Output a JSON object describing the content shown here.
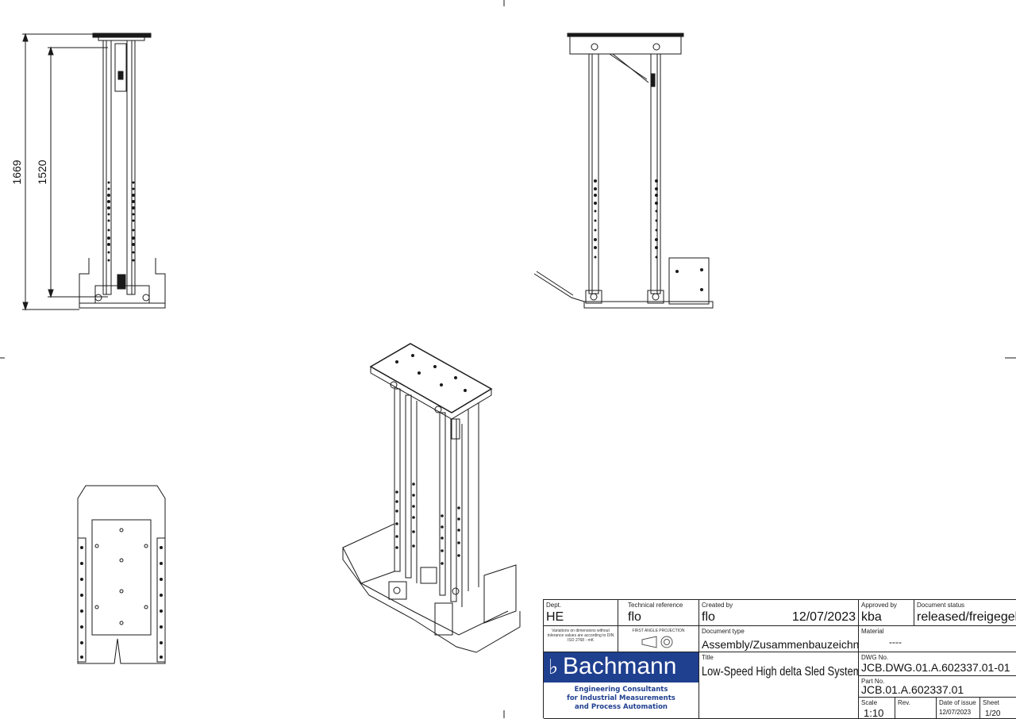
{
  "drawing": {
    "dimensions": {
      "overall_height": "1669",
      "inner_height": "1520"
    }
  },
  "title_block": {
    "dept": {
      "label": "Dept.",
      "value": "HE"
    },
    "tech_ref": {
      "label": "Technical reference",
      "value": "flo"
    },
    "created_by": {
      "label": "Created by",
      "value": "flo",
      "date": "12/07/2023"
    },
    "approved_by": {
      "label": "Approved by",
      "value": "kba"
    },
    "doc_status": {
      "label": "Document status",
      "value": "released/freigegeben"
    },
    "tolerance_note": "Variations on dimensions without tolerance values are according to DIN ISO 2768 - mK",
    "projection": "FIRST ANGLE PROJECTION",
    "doc_type": {
      "label": "Document type",
      "value": "Assembly/Zusammenbauzeichnung"
    },
    "material": {
      "label": "Material",
      "value": "----"
    },
    "logo": {
      "name": "Bachmann",
      "tagline_1": "Engineering Consultants",
      "tagline_2": "for Industrial Measurements",
      "tagline_3": "and Process Automation"
    },
    "title": {
      "label": "Title",
      "value": "Low-Speed High delta Sled System"
    },
    "dwg_no": {
      "label": "DWG No.",
      "value": "JCB.DWG.01.A.602337.01-01"
    },
    "part_no": {
      "label": "Part No.",
      "value": "JCB.01.A.602337.01"
    },
    "scale": {
      "label": "Scale",
      "value": "1:10"
    },
    "rev": {
      "label": "Rev.",
      "value": ""
    },
    "date_of_issue": {
      "label": "Date of issue",
      "value": "12/07/2023"
    },
    "sheet": {
      "label": "Sheet",
      "value": "1/20"
    }
  },
  "colors": {
    "line": "#1a1a1a",
    "logo_blue": "#1f3f8f"
  }
}
